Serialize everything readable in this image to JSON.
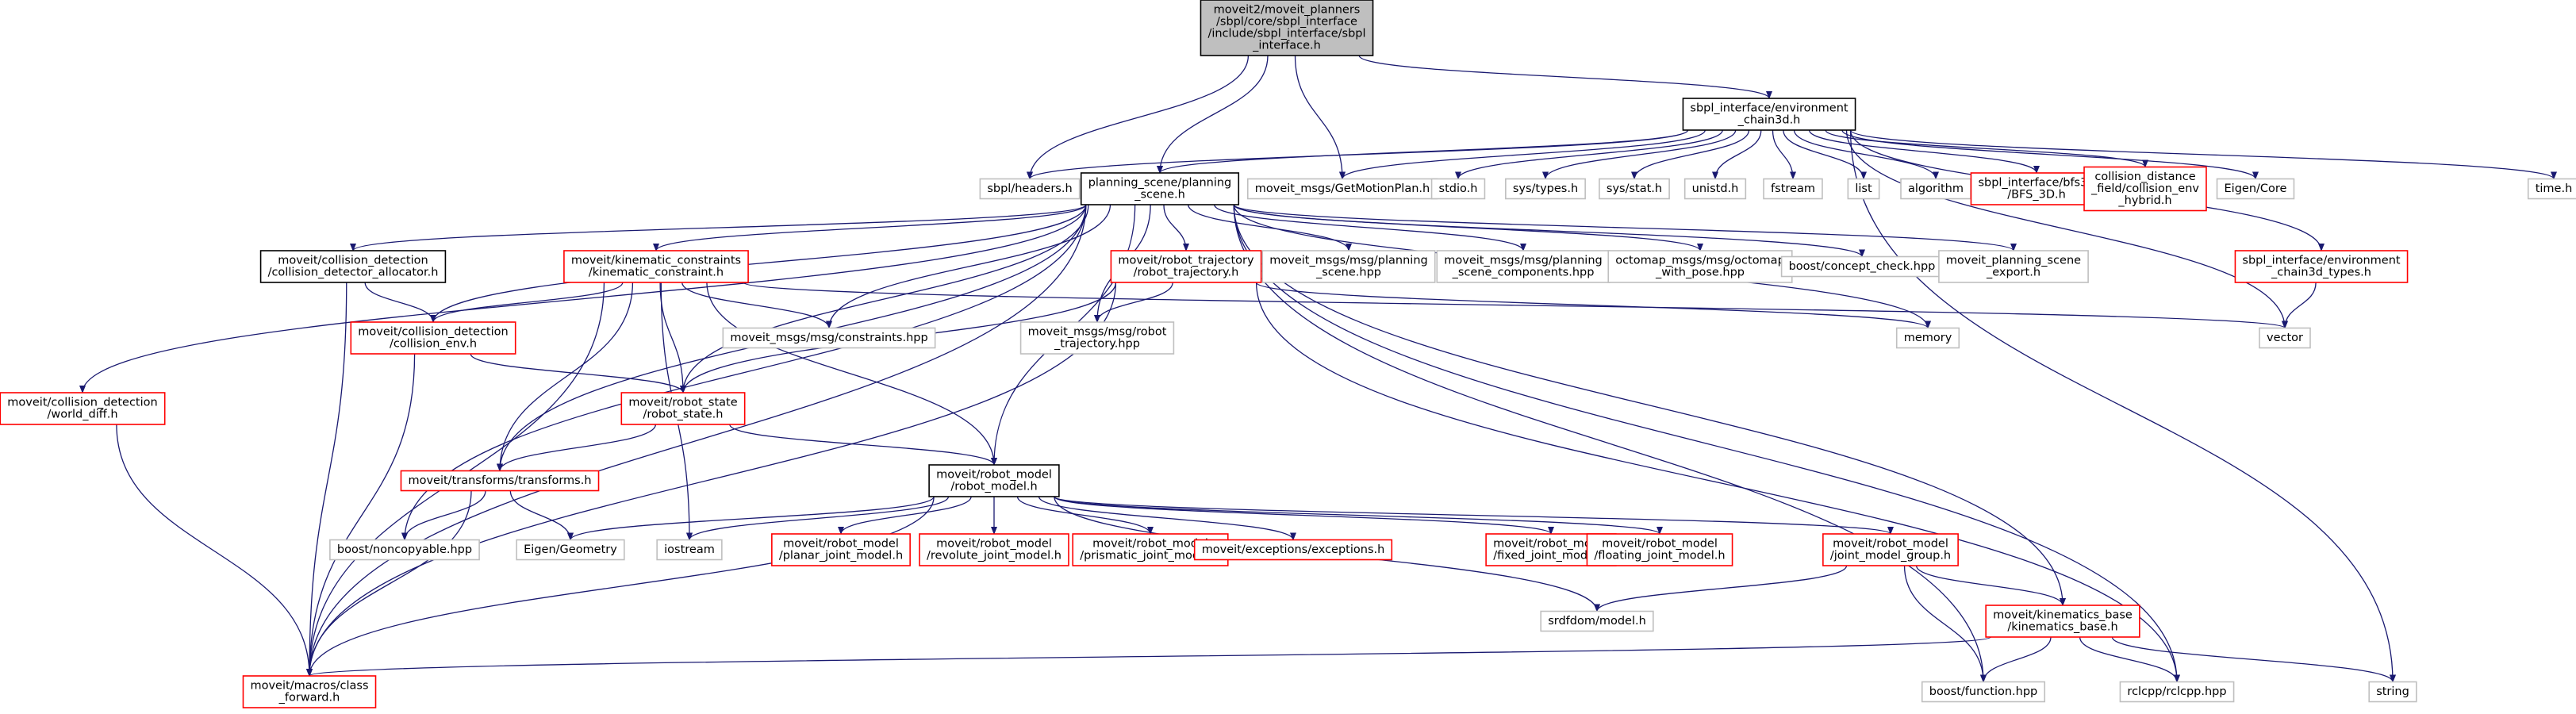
{
  "diagram": {
    "colors": {
      "root_fill": "#bfbfbf",
      "root_border": "#000000",
      "linked_border": "#000000",
      "incomplete_border": "#ff0000",
      "external_border": "#bfbfbf",
      "edge": "#191970"
    },
    "nodes": [
      {
        "id": "root",
        "kind": "root",
        "lines": [
          "moveit2/moveit_planners",
          "/sbpl/core/sbpl_interface",
          "/include/sbpl_interface/sbpl",
          "_interface.h"
        ]
      },
      {
        "id": "env_chain3d",
        "kind": "linked",
        "lines": [
          "sbpl_interface/environment",
          "_chain3d.h"
        ]
      },
      {
        "id": "sbpl_headers",
        "kind": "external",
        "lines": [
          "sbpl/headers.h"
        ]
      },
      {
        "id": "planning_scene",
        "kind": "linked",
        "lines": [
          "planning_scene/planning",
          "_scene.h"
        ]
      },
      {
        "id": "getmotionplan",
        "kind": "external",
        "lines": [
          "moveit_msgs/GetMotionPlan.h"
        ]
      },
      {
        "id": "stdio",
        "kind": "external",
        "lines": [
          "stdio.h"
        ]
      },
      {
        "id": "systypes",
        "kind": "external",
        "lines": [
          "sys/types.h"
        ]
      },
      {
        "id": "sysstat",
        "kind": "external",
        "lines": [
          "sys/stat.h"
        ]
      },
      {
        "id": "unistd",
        "kind": "external",
        "lines": [
          "unistd.h"
        ]
      },
      {
        "id": "fstream",
        "kind": "external",
        "lines": [
          "fstream"
        ]
      },
      {
        "id": "list",
        "kind": "external",
        "lines": [
          "list"
        ]
      },
      {
        "id": "algorithm",
        "kind": "external",
        "lines": [
          "algorithm"
        ]
      },
      {
        "id": "bfs3d",
        "kind": "incomplete",
        "lines": [
          "sbpl_interface/bfs3d",
          "/BFS_3D.h"
        ]
      },
      {
        "id": "cdf_hybrid",
        "kind": "incomplete",
        "lines": [
          "collision_distance",
          "_field/collision_env",
          "_hybrid.h"
        ]
      },
      {
        "id": "eigen_core",
        "kind": "external",
        "lines": [
          "Eigen/Core"
        ]
      },
      {
        "id": "time_h",
        "kind": "external",
        "lines": [
          "time.h"
        ]
      },
      {
        "id": "cd_allocator",
        "kind": "linked",
        "lines": [
          "moveit/collision_detection",
          "/collision_detector_allocator.h"
        ]
      },
      {
        "id": "kin_constraint",
        "kind": "incomplete",
        "lines": [
          "moveit/kinematic_constraints",
          "/kinematic_constraint.h"
        ]
      },
      {
        "id": "robot_traj_h",
        "kind": "incomplete",
        "lines": [
          "moveit/robot_trajectory",
          "/robot_trajectory.h"
        ]
      },
      {
        "id": "msg_planning_scene",
        "kind": "external",
        "lines": [
          "moveit_msgs/msg/planning",
          "_scene.hpp"
        ]
      },
      {
        "id": "msg_ps_components",
        "kind": "external",
        "lines": [
          "moveit_msgs/msg/planning",
          "_scene_components.hpp"
        ]
      },
      {
        "id": "octomap_pose",
        "kind": "external",
        "lines": [
          "octomap_msgs/msg/octomap",
          "_with_pose.hpp"
        ]
      },
      {
        "id": "concept_check",
        "kind": "external",
        "lines": [
          "boost/concept_check.hpp"
        ]
      },
      {
        "id": "ps_export",
        "kind": "external",
        "lines": [
          "moveit_planning_scene",
          "_export.h"
        ]
      },
      {
        "id": "env_chain3d_types",
        "kind": "incomplete",
        "lines": [
          "sbpl_interface/environment",
          "_chain3d_types.h"
        ]
      },
      {
        "id": "memory",
        "kind": "external",
        "lines": [
          "memory"
        ]
      },
      {
        "id": "vector",
        "kind": "external",
        "lines": [
          "vector"
        ]
      },
      {
        "id": "world_diff",
        "kind": "incomplete",
        "lines": [
          "moveit/collision_detection",
          "/world_diff.h"
        ]
      },
      {
        "id": "collision_env",
        "kind": "incomplete",
        "lines": [
          "moveit/collision_detection",
          "/collision_env.h"
        ]
      },
      {
        "id": "msg_constraints",
        "kind": "external",
        "lines": [
          "moveit_msgs/msg/constraints.hpp"
        ]
      },
      {
        "id": "msg_robot_traj",
        "kind": "external",
        "lines": [
          "moveit_msgs/msg/robot",
          "_trajectory.hpp"
        ]
      },
      {
        "id": "robot_state",
        "kind": "incomplete",
        "lines": [
          "moveit/robot_state",
          "/robot_state.h"
        ]
      },
      {
        "id": "transforms",
        "kind": "incomplete",
        "lines": [
          "moveit/transforms/transforms.h"
        ]
      },
      {
        "id": "robot_model",
        "kind": "linked",
        "lines": [
          "moveit/robot_model",
          "/robot_model.h"
        ]
      },
      {
        "id": "noncopyable",
        "kind": "external",
        "lines": [
          "boost/noncopyable.hpp"
        ]
      },
      {
        "id": "eigen_geometry",
        "kind": "external",
        "lines": [
          "Eigen/Geometry"
        ]
      },
      {
        "id": "iostream",
        "kind": "external",
        "lines": [
          "iostream"
        ]
      },
      {
        "id": "planar_joint",
        "kind": "incomplete",
        "lines": [
          "moveit/robot_model",
          "/planar_joint_model.h"
        ]
      },
      {
        "id": "revolute_joint",
        "kind": "incomplete",
        "lines": [
          "moveit/robot_model",
          "/revolute_joint_model.h"
        ]
      },
      {
        "id": "prismatic_joint",
        "kind": "incomplete",
        "lines": [
          "moveit/robot_model",
          "/prismatic_joint_model.h"
        ]
      },
      {
        "id": "exceptions",
        "kind": "incomplete",
        "lines": [
          "moveit/exceptions/exceptions.h"
        ]
      },
      {
        "id": "fixed_joint",
        "kind": "incomplete",
        "lines": [
          "moveit/robot_model",
          "/fixed_joint_model.h"
        ]
      },
      {
        "id": "floating_joint",
        "kind": "incomplete",
        "lines": [
          "moveit/robot_model",
          "/floating_joint_model.h"
        ]
      },
      {
        "id": "joint_model_group",
        "kind": "incomplete",
        "lines": [
          "moveit/robot_model",
          "/joint_model_group.h"
        ]
      },
      {
        "id": "srdfdom",
        "kind": "external",
        "lines": [
          "srdfdom/model.h"
        ]
      },
      {
        "id": "kinematics_base",
        "kind": "incomplete",
        "lines": [
          "moveit/kinematics_base",
          "/kinematics_base.h"
        ]
      },
      {
        "id": "class_forward",
        "kind": "incomplete",
        "lines": [
          "moveit/macros/class",
          "_forward.h"
        ]
      },
      {
        "id": "boost_function",
        "kind": "external",
        "lines": [
          "boost/function.hpp"
        ]
      },
      {
        "id": "rclcpp",
        "kind": "external",
        "lines": [
          "rclcpp/rclcpp.hpp"
        ]
      },
      {
        "id": "string",
        "kind": "external",
        "lines": [
          "string"
        ]
      }
    ],
    "edges": [
      [
        "root",
        "env_chain3d"
      ],
      [
        "root",
        "sbpl_headers"
      ],
      [
        "root",
        "planning_scene"
      ],
      [
        "root",
        "getmotionplan"
      ],
      [
        "env_chain3d",
        "sbpl_headers"
      ],
      [
        "env_chain3d",
        "planning_scene"
      ],
      [
        "env_chain3d",
        "getmotionplan"
      ],
      [
        "env_chain3d",
        "stdio"
      ],
      [
        "env_chain3d",
        "systypes"
      ],
      [
        "env_chain3d",
        "sysstat"
      ],
      [
        "env_chain3d",
        "unistd"
      ],
      [
        "env_chain3d",
        "fstream"
      ],
      [
        "env_chain3d",
        "list"
      ],
      [
        "env_chain3d",
        "algorithm"
      ],
      [
        "env_chain3d",
        "bfs3d"
      ],
      [
        "env_chain3d",
        "cdf_hybrid"
      ],
      [
        "env_chain3d",
        "eigen_core"
      ],
      [
        "env_chain3d",
        "vector"
      ],
      [
        "env_chain3d",
        "env_chain3d_types"
      ],
      [
        "env_chain3d",
        "time_h"
      ],
      [
        "env_chain3d",
        "string"
      ],
      [
        "env_chain3d_types",
        "vector"
      ],
      [
        "planning_scene",
        "cd_allocator"
      ],
      [
        "planning_scene",
        "kin_constraint"
      ],
      [
        "planning_scene",
        "robot_traj_h"
      ],
      [
        "planning_scene",
        "msg_planning_scene"
      ],
      [
        "planning_scene",
        "msg_ps_components"
      ],
      [
        "planning_scene",
        "octomap_pose"
      ],
      [
        "planning_scene",
        "concept_check"
      ],
      [
        "planning_scene",
        "ps_export"
      ],
      [
        "planning_scene",
        "memory"
      ],
      [
        "planning_scene",
        "world_diff"
      ],
      [
        "planning_scene",
        "collision_env"
      ],
      [
        "planning_scene",
        "msg_constraints"
      ],
      [
        "planning_scene",
        "msg_robot_traj"
      ],
      [
        "planning_scene",
        "robot_state"
      ],
      [
        "planning_scene",
        "transforms"
      ],
      [
        "planning_scene",
        "robot_model"
      ],
      [
        "planning_scene",
        "noncopyable"
      ],
      [
        "planning_scene",
        "class_forward"
      ],
      [
        "planning_scene",
        "kinematics_base"
      ],
      [
        "planning_scene",
        "rclcpp"
      ],
      [
        "planning_scene",
        "boost_function"
      ],
      [
        "cd_allocator",
        "collision_env"
      ],
      [
        "cd_allocator",
        "class_forward"
      ],
      [
        "kin_constraint",
        "collision_env"
      ],
      [
        "kin_constraint",
        "msg_constraints"
      ],
      [
        "kin_constraint",
        "robot_state"
      ],
      [
        "kin_constraint",
        "transforms"
      ],
      [
        "kin_constraint",
        "robot_model"
      ],
      [
        "kin_constraint",
        "iostream"
      ],
      [
        "kin_constraint",
        "class_forward"
      ],
      [
        "kin_constraint",
        "vector"
      ],
      [
        "robot_traj_h",
        "msg_robot_traj"
      ],
      [
        "robot_traj_h",
        "robot_state"
      ],
      [
        "robot_traj_h",
        "memory"
      ],
      [
        "robot_traj_h",
        "rclcpp"
      ],
      [
        "robot_traj_h",
        "class_forward"
      ],
      [
        "collision_env",
        "robot_state"
      ],
      [
        "collision_env",
        "class_forward"
      ],
      [
        "world_diff",
        "class_forward"
      ],
      [
        "robot_state",
        "transforms"
      ],
      [
        "robot_state",
        "robot_model"
      ],
      [
        "transforms",
        "noncopyable"
      ],
      [
        "transforms",
        "eigen_geometry"
      ],
      [
        "transforms",
        "class_forward"
      ],
      [
        "robot_model",
        "eigen_geometry"
      ],
      [
        "robot_model",
        "iostream"
      ],
      [
        "robot_model",
        "planar_joint"
      ],
      [
        "robot_model",
        "revolute_joint"
      ],
      [
        "robot_model",
        "prismatic_joint"
      ],
      [
        "robot_model",
        "exceptions"
      ],
      [
        "robot_model",
        "fixed_joint"
      ],
      [
        "robot_model",
        "floating_joint"
      ],
      [
        "robot_model",
        "joint_model_group"
      ],
      [
        "robot_model",
        "srdfdom"
      ],
      [
        "robot_model",
        "class_forward"
      ],
      [
        "joint_model_group",
        "srdfdom"
      ],
      [
        "joint_model_group",
        "kinematics_base"
      ],
      [
        "joint_model_group",
        "boost_function"
      ],
      [
        "kinematics_base",
        "class_forward"
      ],
      [
        "kinematics_base",
        "boost_function"
      ],
      [
        "kinematics_base",
        "rclcpp"
      ],
      [
        "kinematics_base",
        "string"
      ]
    ]
  }
}
